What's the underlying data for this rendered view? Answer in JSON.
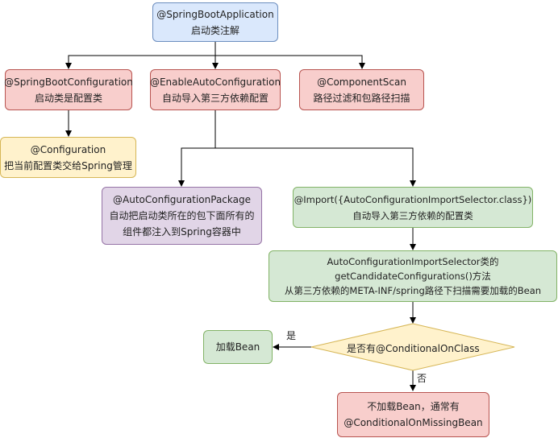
{
  "nodes": {
    "spring_boot_app": {
      "line1": "@SpringBootApplication",
      "line2": "启动类注解"
    },
    "spring_boot_config": {
      "line1": "@SpringBootConfiguration",
      "line2": "启动类是配置类"
    },
    "enable_auto_config": {
      "line1": "@EnableAutoConfiguration",
      "line2": "自动导入第三方依赖配置"
    },
    "component_scan": {
      "line1": "@ComponentScan",
      "line2": "路径过滤和包路径扫描"
    },
    "configuration": {
      "line1": "@Configuration",
      "line2": "把当前配置类交给Spring管理"
    },
    "auto_config_package": {
      "line1": "@AutoConfigurationPackage",
      "line2": "自动把启动类所在的包下面所有的",
      "line3": "组件都注入到Spring容器中"
    },
    "import_selector": {
      "line1": "@Import({AutoConfigurationImportSelector.class})",
      "line2": "自动导入第三方依赖的配置类"
    },
    "selector_method": {
      "line1": "AutoConfigurationImportSelector类的",
      "line2": "getCandidateConfigurations()方法",
      "line3": "从第三方依赖的META-INF/spring路径下扫描需要加载的Bean"
    },
    "load_bean": {
      "label": "加载Bean"
    },
    "conditional": {
      "label": "是否有@ConditionalOnClass"
    },
    "not_load_bean": {
      "line1": "不加载Bean，通常有",
      "line2": "@ConditionalOnMissingBean"
    }
  },
  "edge_labels": {
    "yes": "是",
    "no": "否"
  },
  "colors": {
    "blue_fill": "#dae8fc",
    "red_fill": "#f8cecc",
    "yellow_fill": "#fff2cc",
    "purple_fill": "#e1d5e7",
    "green_fill": "#d5e8d4"
  }
}
